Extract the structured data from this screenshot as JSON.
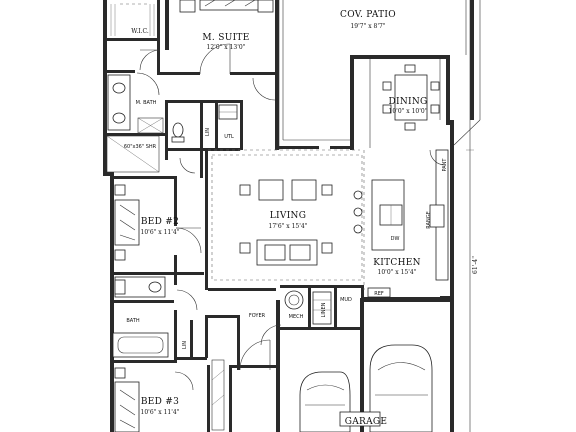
{
  "plan": {
    "rooms": {
      "wic": "W.I.C.",
      "m_suite": "M. SUITE",
      "m_suite_dim": "12'0\" x 13'0\"",
      "cov_patio": "COV. PATIO",
      "cov_patio_dim": "19'7\" x 8'7\"",
      "m_bath": "M. BATH",
      "dining": "DINING",
      "dining_dim": "10'0\" x 10'0\"",
      "utl": "UTL",
      "lin": "LIN",
      "shower": "60\"x36\" SHR",
      "bed2": "BED #2",
      "bed2_dim": "10'6\" x 11'4\"",
      "living": "LIVING",
      "living_dim": "17'6\" x 15'4\"",
      "kitchen": "KITCHEN",
      "kitchen_dim": "10'0\" x 15'4\"",
      "pantry": "PANT",
      "range": "RANGE",
      "dw": "DW",
      "ref": "REF",
      "bath": "BATH",
      "foyer": "FOYER",
      "mech": "MECH",
      "mud": "MUD",
      "linen": "LINEN",
      "bed3": "BED #3",
      "bed3_dim": "10'6\" x 11'4\"",
      "garage": "GARAGE"
    },
    "overall_depth": "61'-4\""
  }
}
